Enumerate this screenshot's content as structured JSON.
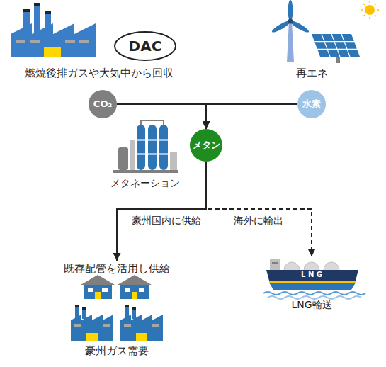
{
  "diagram": {
    "nodes": [
      {
        "text": [
          "DAC"
        ]
      },
      {
        "text": [
          "CO₂"
        ]
      },
      {
        "text": [
          "水素"
        ]
      },
      {
        "text": [
          "メタン"
        ]
      },
      {
        "text": [
          "既存配管を活用し供給",
          "豪州ガス需要"
        ]
      },
      {
        "text": [
          "L N G",
          "LNG輸送"
        ]
      }
    ],
    "edges": [
      {
        "from": 1,
        "to": 3,
        "arrow": "to"
      },
      {
        "from": 2,
        "to": 3,
        "arrow": "to"
      },
      {
        "from": 3,
        "to": 4,
        "arrow": "to",
        "label": "豪州国内に供給"
      },
      {
        "from": 3,
        "to": 5,
        "arrow": "to",
        "label": "海外に輸出"
      }
    ],
    "labels": [
      "燃焼後排ガスや大気中から回収",
      "再エネ",
      "メタネーション"
    ]
  }
}
